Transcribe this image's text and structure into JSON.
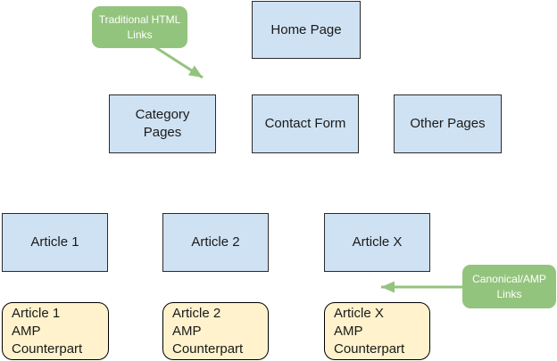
{
  "colors": {
    "node_fill": "#cfe2f3",
    "node_border": "#2b2b2b",
    "amp_fill": "#fff2cc",
    "amp_border": "#000000",
    "callout_fill": "#93c47d",
    "callout_text": "#ffffff",
    "arrow": "#93c47d",
    "text": "#1a1a1a",
    "background": "#ffffff"
  },
  "nodes": {
    "home": {
      "label": "Home Page"
    },
    "category": {
      "label": "Category\nPages"
    },
    "contact": {
      "label": "Contact Form"
    },
    "other": {
      "label": "Other Pages"
    },
    "article1": {
      "label": "Article 1"
    },
    "article2": {
      "label": "Article 2"
    },
    "articlex": {
      "label": "Article X"
    },
    "amp1": {
      "label": "Article 1\nAMP\nCounterpart"
    },
    "amp2": {
      "label": "Article 2\nAMP\nCounterpart"
    },
    "amp3": {
      "label": "Article X\nAMP\nCounterpart"
    }
  },
  "callouts": {
    "traditional": {
      "label": "Traditional HTML\nLinks"
    },
    "canonical": {
      "label": "Canonical/AMP\nLinks"
    }
  }
}
